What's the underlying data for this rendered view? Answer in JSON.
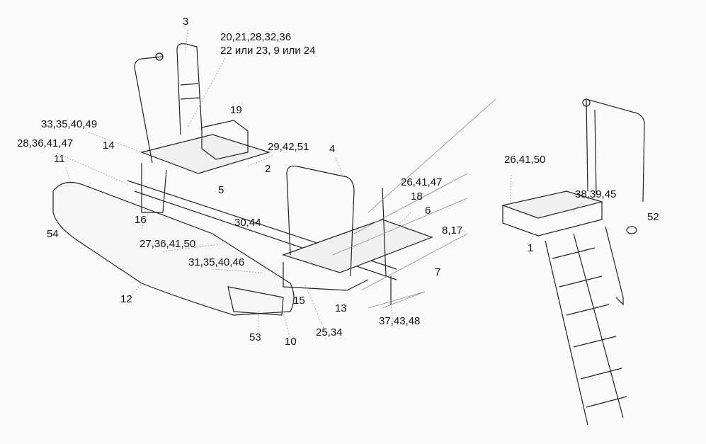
{
  "diagram": {
    "title_lines": [
      "20,21,28,32,36",
      "22 или 23, 9 или 24"
    ],
    "labels": [
      "3",
      "19",
      "33,35,40,49",
      "14",
      "28,36,41,47",
      "11",
      "29,42,51",
      "4",
      "2",
      "5",
      "54",
      "16",
      "26,41,47",
      "18",
      "6",
      "30,44",
      "8,17",
      "27,36,41,50",
      "31,35,40,46",
      "7",
      "12",
      "15",
      "13",
      "25,34",
      "37,43,48",
      "53",
      "10",
      "26,41,50",
      "38,39,45",
      "52",
      "1"
    ],
    "colors": {
      "line": "#222222",
      "leader": "#999999",
      "background": "#fafafa"
    }
  }
}
